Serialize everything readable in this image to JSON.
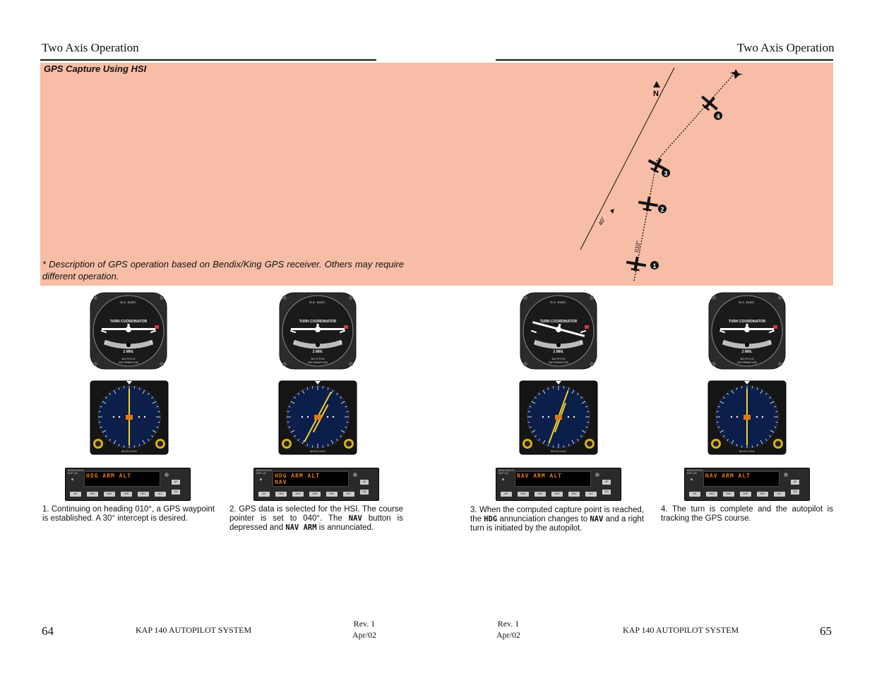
{
  "left_page": {
    "header": "Two Axis Operation",
    "footer_page": "64",
    "footer_system": "KAP 140 AUTOPILOT SYSTEM",
    "footer_rev": "Rev. 1",
    "footer_date": "Apr/02"
  },
  "right_page": {
    "header": "Two Axis Operation",
    "footer_page": "65",
    "footer_system": "KAP 140 AUTOPILOT SYSTEM",
    "footer_rev": "Rev. 1",
    "footer_date": "Apr/02"
  },
  "band": {
    "title": "GPS Capture Using HSI",
    "note": "* Description of GPS operation based on Bendix/King GPS receiver. Others may require different operation.",
    "diagram": {
      "north_label": "N",
      "course_label": "40°",
      "heading_label": "010°",
      "markers": [
        "1",
        "2",
        "3",
        "4"
      ]
    }
  },
  "instruments": {
    "tc_top": "D.C. ELEC.",
    "tc_title": "TURN COORDINATOR",
    "tc_left": "L",
    "tc_right": "R",
    "tc_min": "2 MIN.",
    "tc_bottom1": "NO PITCH",
    "tc_bottom2": "INFORMATION",
    "hsi_brand": "BENDIX/KING",
    "ap_brand": "BENDIX/KING",
    "ap_model": "KAP 140",
    "buttons": [
      "AP",
      "HDG",
      "NAV",
      "APR",
      "REV",
      "ALT"
    ],
    "up_label": "UP",
    "dn_label": "DN"
  },
  "panels": [
    {
      "display_line1": "HDG ARM ALT",
      "display_line2": "",
      "color": "#e07a10"
    },
    {
      "display_line1": "HDG ARM ALT",
      "display_line2": "NAV",
      "color": "#e07a10"
    },
    {
      "display_line1": "NAV ARM ALT",
      "display_line2": "",
      "color": "#e07a10"
    },
    {
      "display_line1": "NAV ARM ALT",
      "display_line2": "",
      "color": "#e07a10"
    }
  ],
  "captions": {
    "c1": {
      "num": "1.",
      "text": "Continuing on heading 010°, a GPS waypoint is established. A 30° intercept is desired."
    },
    "c2": {
      "num": "2.",
      "a": "GPS data is selected for the HSI. The course pointer is set to 040°. The",
      "nav": "NAV",
      "b": "button is depressed and",
      "navarm": "NAV ARM",
      "c": "is annunciated."
    },
    "c3": {
      "num": "3.",
      "a": "When the computed capture point is reached, the",
      "hdg": "HDG",
      "b": "annunciation changes to",
      "nav": "NAV",
      "c": "and a right turn is initiated by the autopilot."
    },
    "c4": {
      "num": "4.",
      "text": "The turn is complete and the autopilot is tracking the GPS course."
    }
  },
  "colors": {
    "band": "#f8bda6",
    "needle": "#f2d42a",
    "annunciator": "#e07a10"
  }
}
